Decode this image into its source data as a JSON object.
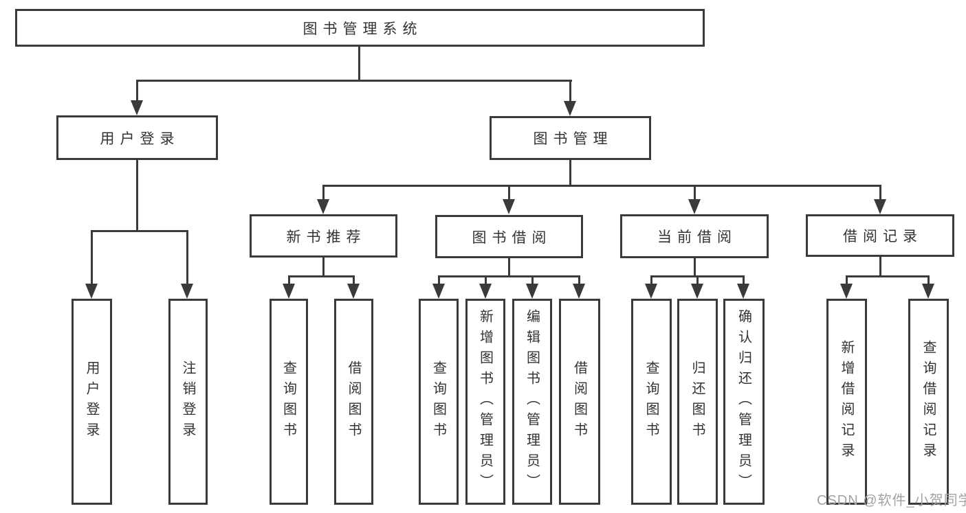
{
  "diagram": {
    "type": "tree",
    "root": {
      "label": "图书管理系统"
    },
    "branches": [
      {
        "label": "用户登录",
        "children": [
          {
            "label": "用户登录"
          },
          {
            "label": "注销登录"
          }
        ]
      },
      {
        "label": "图书管理",
        "children": [
          {
            "label": "新书推荐",
            "children": [
              {
                "label": "查询图书"
              },
              {
                "label": "借阅图书"
              }
            ]
          },
          {
            "label": "图书借阅",
            "children": [
              {
                "label": "查询图书"
              },
              {
                "label": "新增图书（管理员）"
              },
              {
                "label": "编辑图书（管理员）"
              },
              {
                "label": "借阅图书"
              }
            ]
          },
          {
            "label": "当前借阅",
            "children": [
              {
                "label": "查询图书"
              },
              {
                "label": "归还图书"
              },
              {
                "label": "确认归还（管理员）"
              }
            ]
          },
          {
            "label": "借阅记录",
            "children": [
              {
                "label": "新增借阅记录"
              },
              {
                "label": "查询借阅记录"
              }
            ]
          }
        ]
      }
    ],
    "watermark": "CSDN @软件_小贺同学",
    "colors": {
      "line": "#3a3a3a",
      "text": "#333333",
      "watermark": "#a3a3a3",
      "background": "#ffffff"
    }
  }
}
